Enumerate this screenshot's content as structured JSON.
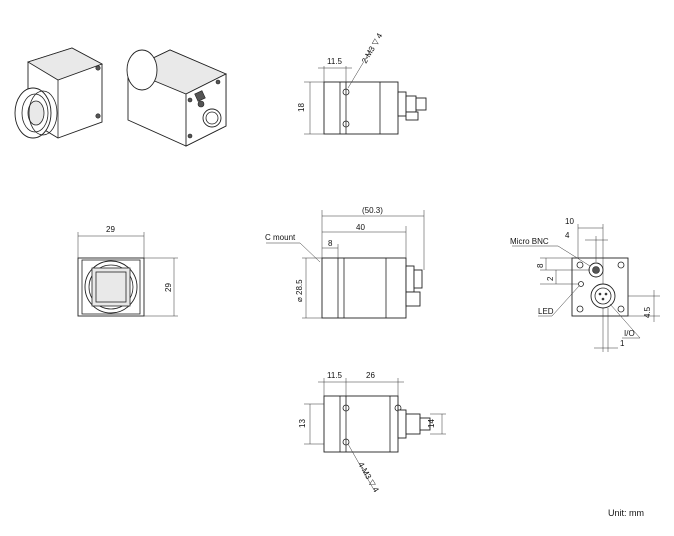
{
  "units_label": "Unit: mm",
  "side_view_top": {
    "dim_width": "11.5",
    "dim_height": "18",
    "screw_note": "2-M3 ▽ 4"
  },
  "front_view": {
    "dim_width": "29",
    "dim_height": "29"
  },
  "main_view": {
    "callout": "C mount",
    "dim_overall": "(50.3)",
    "dim_body": "40",
    "dim_mount": "8",
    "dim_diameter": "⌀ 28.5"
  },
  "rear_view": {
    "dim_10": "10",
    "dim_4": "4",
    "dim_8": "8",
    "dim_2": "2",
    "dim_4_5": "4.5",
    "dim_1": "1",
    "micro_bnc": "Micro BNC",
    "led": "LED",
    "io": "I/O"
  },
  "side_view_bottom": {
    "dim_11_5": "11.5",
    "dim_26": "26",
    "dim_13": "13",
    "dim_14": "14",
    "screw_note": "4-M3 ▽ 4"
  },
  "colors": {
    "line": "#222222",
    "shade": "#e9e9e9",
    "background": "#ffffff"
  }
}
